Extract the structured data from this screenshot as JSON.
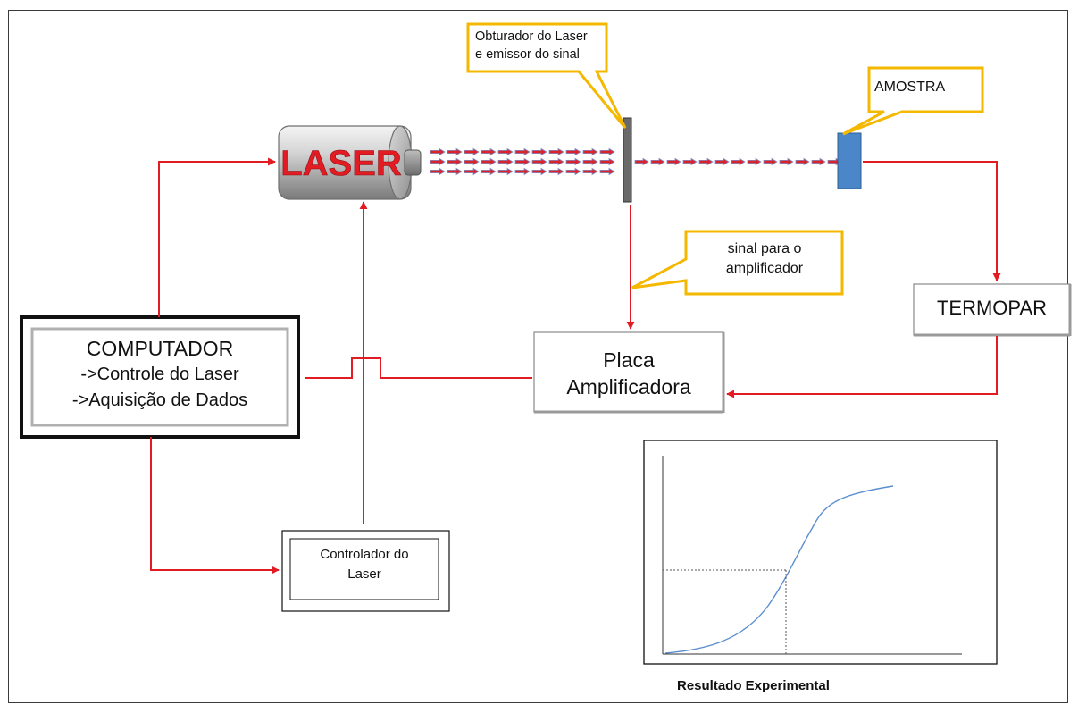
{
  "laser": {
    "label": "LASER"
  },
  "shutter_callout": {
    "line1": "Obturador do Laser",
    "line2": "e emissor do sinal"
  },
  "sample_callout": {
    "label": "AMOSTRA"
  },
  "signal_callout": {
    "line1": "sinal para o",
    "line2": "amplificador"
  },
  "thermocouple": {
    "label": "TERMOPAR"
  },
  "amplifier": {
    "line1": "Placa",
    "line2": "Amplificadora"
  },
  "computer": {
    "line1": "COMPUTADOR",
    "line2": "->Controle do Laser",
    "line3": "->Aquisição de Dados"
  },
  "controller": {
    "line1": "Controlador do",
    "line2": "Laser"
  },
  "result": {
    "caption": "Resultado Experimental"
  },
  "colors": {
    "wire": "#e31b23",
    "callout_border": "#f5b800",
    "sample": "#4a86c8",
    "laser_text": "#e31b23"
  }
}
